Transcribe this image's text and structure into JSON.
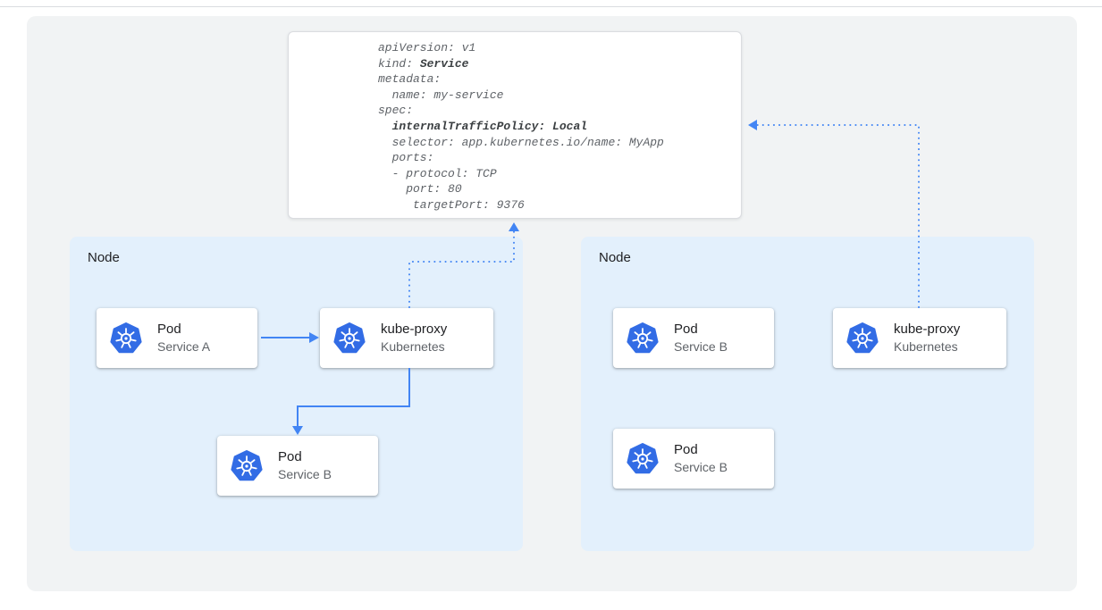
{
  "code_card": {
    "lines": [
      {
        "pre": "apiVersion: v1",
        "bold": ""
      },
      {
        "pre": "kind: ",
        "bold": "Service"
      },
      {
        "pre": "metadata:",
        "bold": ""
      },
      {
        "pre": "  name: my-service",
        "bold": ""
      },
      {
        "pre": "spec:",
        "bold": ""
      },
      {
        "pre": "  ",
        "bold": "internalTrafficPolicy: Local"
      },
      {
        "pre": "  selector: app.kubernetes.io/name: MyApp",
        "bold": ""
      },
      {
        "pre": "  ports:",
        "bold": ""
      },
      {
        "pre": "  - protocol: TCP",
        "bold": ""
      },
      {
        "pre": "    port: 80",
        "bold": ""
      },
      {
        "pre": "     targetPort: 9376",
        "bold": ""
      }
    ]
  },
  "nodes": [
    {
      "label": "Node",
      "cards": [
        {
          "icon": "kubernetes-logo",
          "title": "Pod",
          "subtitle": "Service A"
        },
        {
          "icon": "kubernetes-logo",
          "title": "kube-proxy",
          "subtitle": "Kubernetes"
        },
        {
          "icon": "kubernetes-logo",
          "title": "Pod",
          "subtitle": "Service B"
        }
      ]
    },
    {
      "label": "Node",
      "cards": [
        {
          "icon": "kubernetes-logo",
          "title": "Pod",
          "subtitle": "Service B"
        },
        {
          "icon": "kubernetes-logo",
          "title": "kube-proxy",
          "subtitle": "Kubernetes"
        },
        {
          "icon": "kubernetes-logo",
          "title": "Pod",
          "subtitle": "Service B"
        }
      ]
    }
  ],
  "colors": {
    "arrow_blue": "#4285f4",
    "node_background": "#e3f0fc",
    "kubernetes_logo_blue": "#326ce5",
    "canvas_background": "#f1f3f4"
  }
}
